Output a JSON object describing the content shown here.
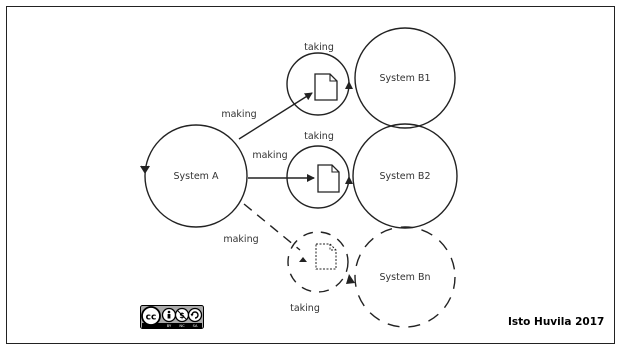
{
  "systems": {
    "a": "System A",
    "b1": "System B1",
    "b2": "System B2",
    "bn": "System Bn"
  },
  "edge_labels": {
    "making_b1": "making",
    "making_b2": "making",
    "making_bn": "making",
    "taking_b1": "taking",
    "taking_b2": "taking",
    "taking_bn": "taking"
  },
  "license_badge": {
    "text": "cc",
    "terms": [
      "BY",
      "NC",
      "SA"
    ]
  },
  "credit": "Isto Huvila 2017",
  "colors": {
    "line": "#222222",
    "text": "#333333",
    "frame": "#222222"
  }
}
